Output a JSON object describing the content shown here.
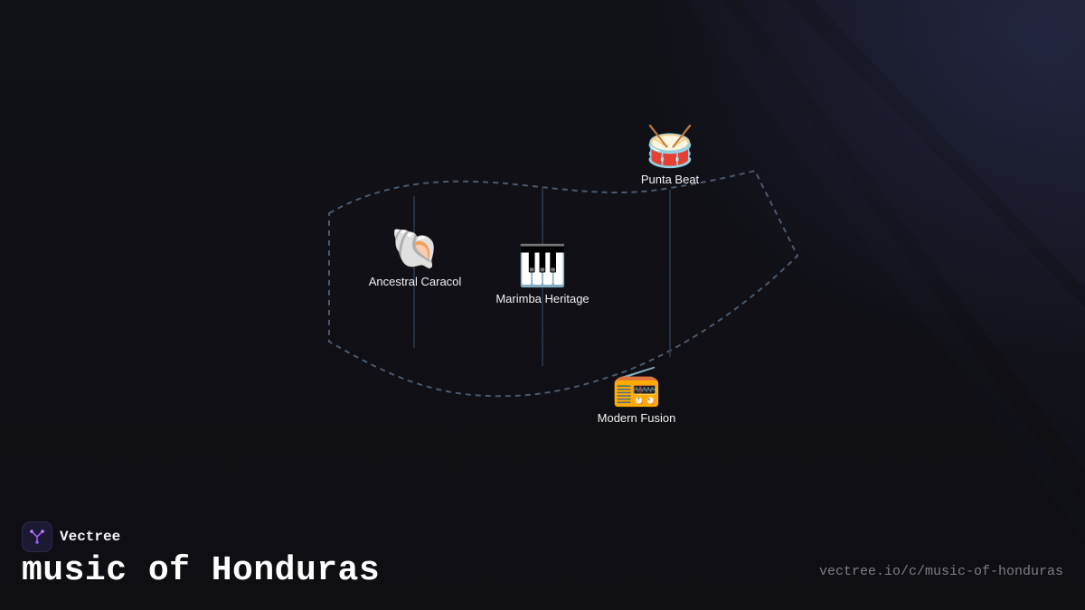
{
  "brand": {
    "name": "Vectree",
    "logo_icon": "vectree-tree-icon",
    "accent": "#a855f7"
  },
  "title": "music of Honduras",
  "url": "vectree.io/c/music-of-honduras",
  "colors": {
    "background": "#0f0f14",
    "outline": "#4a5a70",
    "stem": "#2e3a4c",
    "label": "#f2f2f5"
  },
  "nodes": [
    {
      "id": "caracol",
      "icon": "🐚",
      "icon_name": "shell-icon",
      "label": "Ancestral Caracol"
    },
    {
      "id": "marimba",
      "icon": "🎹",
      "icon_name": "piano-keys-icon",
      "label": "Marimba Heritage"
    },
    {
      "id": "punta",
      "icon": "🥁",
      "icon_name": "drum-icon",
      "label": "Punta Beat"
    },
    {
      "id": "fusion",
      "icon": "📻",
      "icon_name": "radio-icon",
      "label": "Modern Fusion"
    }
  ]
}
